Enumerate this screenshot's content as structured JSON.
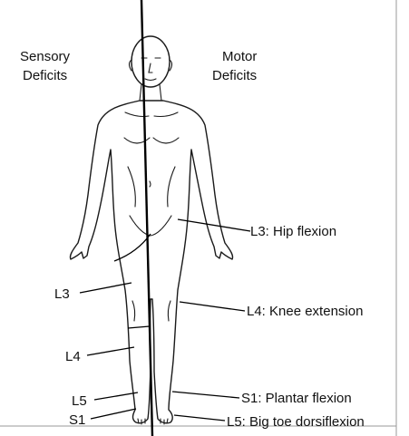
{
  "headings": {
    "sensory_line1": "Sensory",
    "sensory_line2": "Deficits",
    "motor_line1": "Motor",
    "motor_line2": "Deficits"
  },
  "sensory_labels": {
    "l3": "L3",
    "l4": "L4",
    "l5": "L5",
    "s1": "S1"
  },
  "motor_labels": {
    "l3": "L3: Hip flexion",
    "l4": "L4: Knee extension",
    "s1": "S1: Plantar flexion",
    "l5": "L5: Big toe dorsiflexion"
  }
}
